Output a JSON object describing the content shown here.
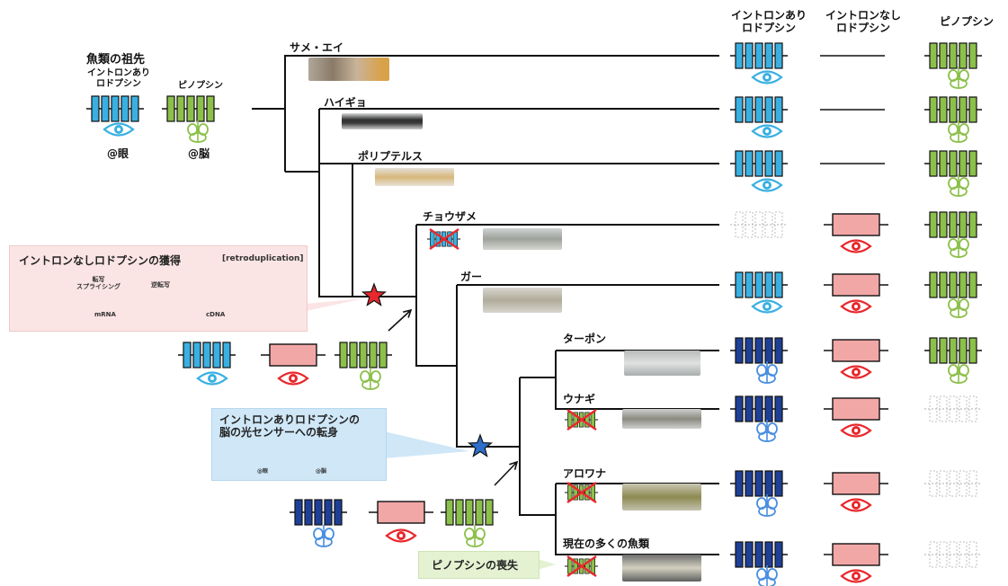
{
  "header": {
    "intron_rhodopsin": "イントロンあり\nロドプシン",
    "intronless_rhodopsin": "イントロンなし\nロドプシン",
    "pinopsin": "ピノプシン"
  },
  "ancestor": {
    "title": "魚類の祖先",
    "intron_rhodopsin": "イントロンあり\nロドプシン",
    "pinopsin": "ピノプシン",
    "eye_location": "@眼",
    "brain_location": "@脳"
  },
  "species": [
    {
      "name": "サメ・エイ"
    },
    {
      "name": "ハイギョ"
    },
    {
      "name": "ポリプテルス"
    },
    {
      "name": "チョウザメ"
    },
    {
      "name": "ガー"
    },
    {
      "name": "ターポン"
    },
    {
      "name": "ウナギ"
    },
    {
      "name": "アロワナ"
    },
    {
      "name": "現在の多くの魚類"
    }
  ],
  "callout_retro": {
    "title": "イントロンなしロドプシンの獲得",
    "tag": "[retroduplication]",
    "step1": "転写\nスプライシング",
    "mrna": "mRNA",
    "step2": "逆転写",
    "cdna": "cDNA"
  },
  "callout_brain": {
    "title": "イントロンありロドプシンの\n脳の光センサーへの転身",
    "eye": "@眼",
    "brain": "@脳"
  },
  "callout_loss": {
    "title": "ピノプシンの喪失"
  },
  "colors": {
    "cyan": "#3ab0e2",
    "navy": "#1e3f95",
    "green": "#8cc04a",
    "pink": "#f2a7a7",
    "red": "#e8282c",
    "lightblue": "#4a8fe0",
    "callout_pink": "#fbe4e4",
    "callout_blue": "#cfe7f7",
    "callout_green": "#e4f2d2"
  }
}
